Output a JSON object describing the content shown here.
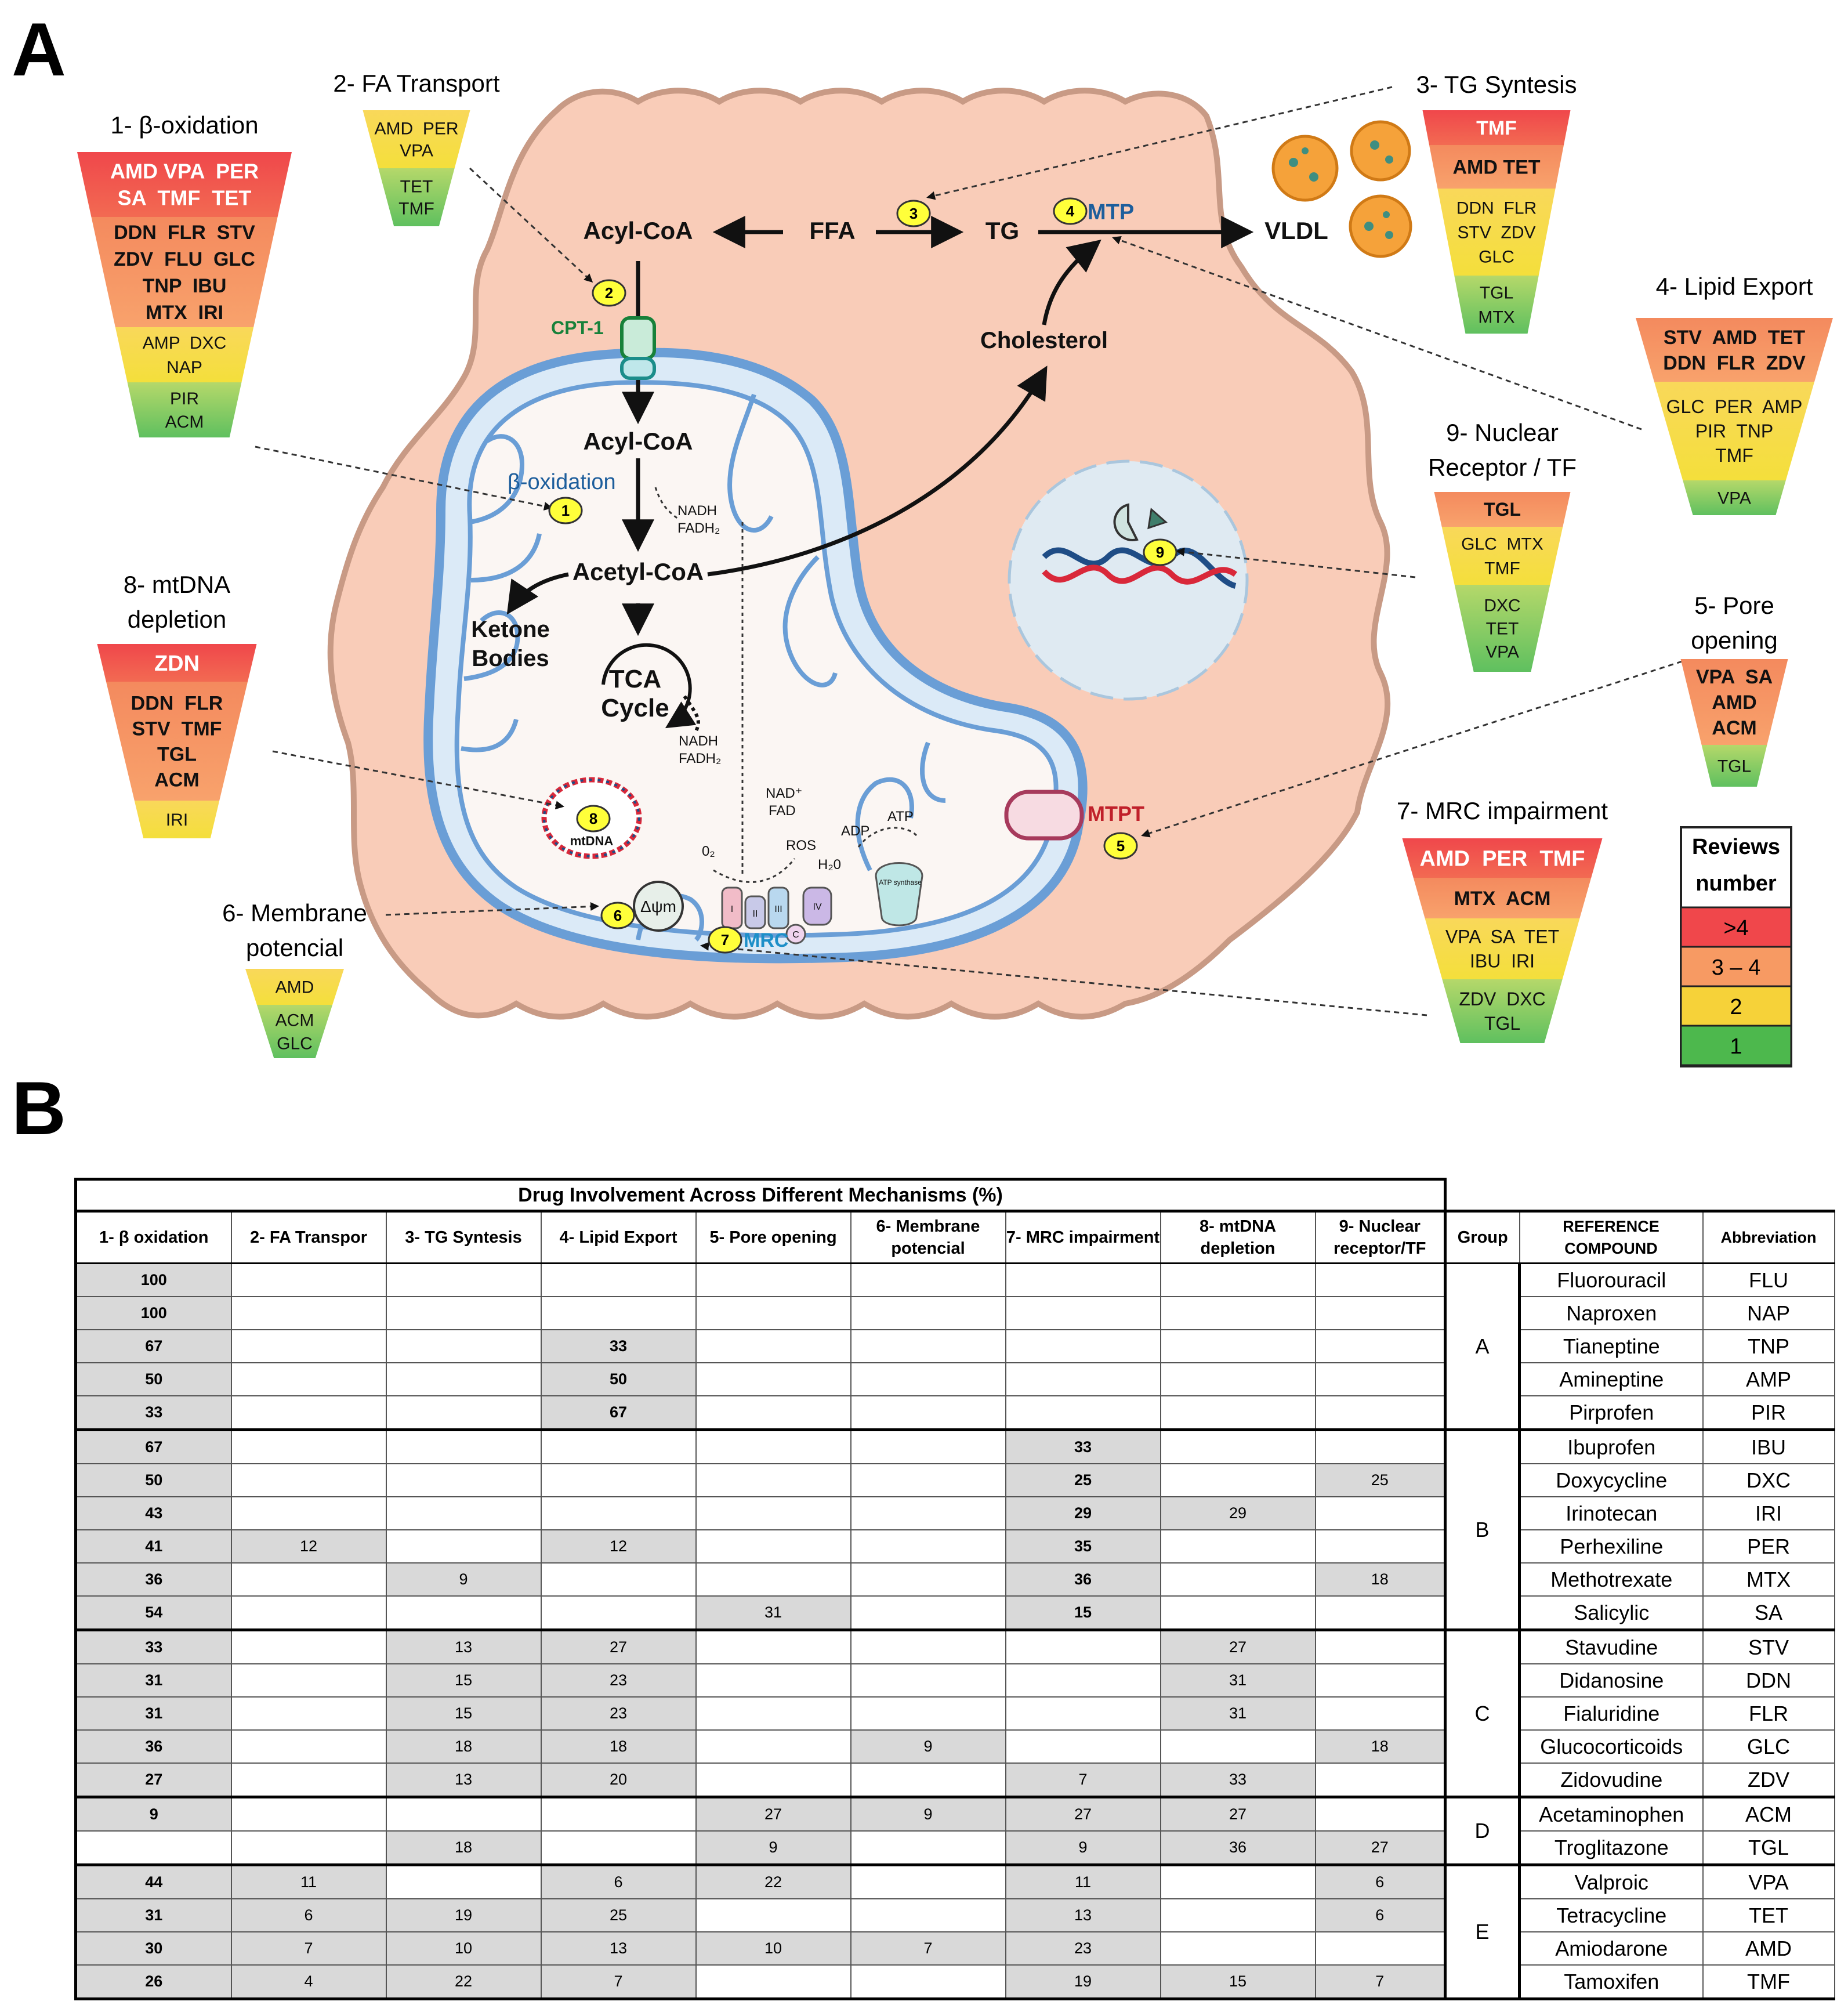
{
  "panel_a": {
    "label": "A",
    "cell": {
      "acyl_coa": "Acyl-CoA",
      "ffa": "FFA",
      "tg": "TG",
      "mtp": "MTP",
      "vldl": "VLDL",
      "cholesterol": "Cholesterol",
      "cpt1": "CPT-1",
      "acyl_coa_mito": "Acyl-CoA",
      "beta_ox": "β-oxidation",
      "nadh1": "NADH",
      "fadh1": "FADH₂",
      "acetyl_coa": "Acetyl-CoA",
      "ketone1": "Ketone",
      "ketone2": "Bodies",
      "tca1": "TCA",
      "tca2": "Cycle",
      "nadh2": "NADH",
      "fadh2": "FADH₂",
      "nad": "NAD⁺",
      "fad": "FAD",
      "o2": "0₂",
      "ros": "ROS",
      "h2o": "H₂0",
      "adp": "ADP",
      "atp": "ATP",
      "atp_synthase": "ATP synthase",
      "mrc": "MRC",
      "mtpt": "MTPT",
      "mtdna": "mtDNA",
      "dpsi": "Δψm",
      "complex_i": "I",
      "complex_ii": "II",
      "complex_iii": "III",
      "complex_iv": "IV",
      "complex_c": "C",
      "numbers": [
        "1",
        "2",
        "3",
        "4",
        "5",
        "6",
        "7",
        "8",
        "9"
      ]
    },
    "funnels": [
      {
        "id": "beta",
        "title": [
          "1- β-oxidation"
        ],
        "tiers": [
          {
            "level": ">4",
            "lines": [
              "AMD VPA  PER",
              "SA  TMF  TET"
            ],
            "bold": true
          },
          {
            "level": "3-4",
            "lines": [
              "DDN  FLR  STV",
              "ZDV  FLU  GLC",
              "TNP  IBU",
              "MTX  IRI"
            ],
            "bold": true
          },
          {
            "level": "2",
            "lines": [
              "AMP  DXC",
              "NAP"
            ],
            "bold": false
          },
          {
            "level": "1",
            "lines": [
              "PIR",
              "ACM"
            ],
            "bold": false
          }
        ]
      },
      {
        "id": "fa",
        "title": [
          "2- FA Transport"
        ],
        "tiers": [
          {
            "level": "2",
            "lines": [
              "AMD  PER",
              "VPA"
            ],
            "bold": false
          },
          {
            "level": "1",
            "lines": [
              "TET",
              "TMF"
            ],
            "bold": false
          }
        ]
      },
      {
        "id": "tg",
        "title": [
          "3- TG Syntesis"
        ],
        "tiers": [
          {
            "level": ">4",
            "lines": [
              "TMF"
            ],
            "bold": true
          },
          {
            "level": "3-4",
            "lines": [
              "AMD TET"
            ],
            "bold": true
          },
          {
            "level": "2",
            "lines": [
              "DDN  FLR",
              "STV  ZDV",
              "GLC"
            ],
            "bold": false
          },
          {
            "level": "1",
            "lines": [
              "TGL",
              "MTX"
            ],
            "bold": false
          }
        ]
      },
      {
        "id": "lipid",
        "title": [
          "4- Lipid Export"
        ],
        "tiers": [
          {
            "level": "3-4",
            "lines": [
              "STV  AMD  TET",
              "DDN  FLR  ZDV"
            ],
            "bold": true
          },
          {
            "level": "2",
            "lines": [
              "GLC  PER  AMP",
              "PIR  TNP",
              "TMF"
            ],
            "bold": false
          },
          {
            "level": "1",
            "lines": [
              "VPA"
            ],
            "bold": false
          }
        ]
      },
      {
        "id": "nuclear",
        "title": [
          "9- Nuclear",
          "Receptor / TF"
        ],
        "tiers": [
          {
            "level": "3-4",
            "lines": [
              "TGL"
            ],
            "bold": true
          },
          {
            "level": "2",
            "lines": [
              "GLC  MTX",
              "TMF"
            ],
            "bold": false
          },
          {
            "level": "1",
            "lines": [
              "DXC",
              "TET",
              "VPA"
            ],
            "bold": false
          }
        ]
      },
      {
        "id": "pore",
        "title": [
          "5- Pore",
          "opening"
        ],
        "tiers": [
          {
            "level": "3-4",
            "lines": [
              "VPA  SA",
              "AMD",
              "ACM"
            ],
            "bold": true
          },
          {
            "level": "1",
            "lines": [
              "TGL"
            ],
            "bold": false
          }
        ]
      },
      {
        "id": "mrc",
        "title": [
          "7- MRC impairment"
        ],
        "tiers": [
          {
            "level": ">4",
            "lines": [
              "AMD  PER  TMF"
            ],
            "bold": true
          },
          {
            "level": "3-4",
            "lines": [
              "MTX  ACM"
            ],
            "bold": true
          },
          {
            "level": "2",
            "lines": [
              "VPA  SA  TET",
              "IBU  IRI"
            ],
            "bold": false
          },
          {
            "level": "1",
            "lines": [
              "ZDV  DXC",
              "TGL"
            ],
            "bold": false
          }
        ]
      },
      {
        "id": "mtdna",
        "title": [
          "8- mtDNA",
          "depletion"
        ],
        "tiers": [
          {
            "level": ">4",
            "lines": [
              "ZDN"
            ],
            "bold": true
          },
          {
            "level": "3-4",
            "lines": [
              "DDN  FLR",
              "STV  TMF",
              "TGL",
              "ACM"
            ],
            "bold": true
          },
          {
            "level": "2",
            "lines": [
              "IRI"
            ],
            "bold": false
          }
        ]
      },
      {
        "id": "membrane",
        "title": [
          "6- Membrane",
          "potencial"
        ],
        "tiers": [
          {
            "level": "2",
            "lines": [
              "AMD"
            ],
            "bold": false
          },
          {
            "level": "1",
            "lines": [
              "ACM",
              "GLC"
            ],
            "bold": false
          }
        ]
      }
    ],
    "legend": {
      "title": [
        "Reviews",
        "number"
      ],
      "items": [
        {
          "label": ">4",
          "color": "#f0474b"
        },
        {
          "label": "3 – 4",
          "color": "#f79a63"
        },
        {
          "label": "2",
          "color": "#f6d239"
        },
        {
          "label": "1",
          "color": "#4db84d"
        }
      ]
    },
    "colors": {
      "cell": "#f9ccb8",
      "cell_border": "#c89a85",
      "mito_outer": "#6a9ed6",
      "mito_fill": "#dbeaf7",
      "badge": "#ffff3a",
      "red": "#f0474b",
      "orange": "#f79a63",
      "yellow": "#f6d239",
      "green": "#5fc05f"
    }
  },
  "panel_b": {
    "label": "B",
    "table_title": "Drug Involvement Across Different Mechanisms (%)",
    "mech_headers": [
      "1- β oxidation",
      "2- FA Transpor",
      "3- TG Syntesis",
      "4- Lipid Export",
      "5- Pore opening",
      "6- Membrane potencial",
      "7- MRC impairment",
      "8- mtDNA depletion",
      "9- Nuclear receptor/TF"
    ],
    "group_header": "Group",
    "compound_header": "REFERENCE COMPOUND",
    "abbr_header": "Abbreviation",
    "rows": [
      {
        "values": [
          "100",
          "",
          "",
          "",
          "",
          "",
          "",
          "",
          ""
        ],
        "compound": "Fluorouracil",
        "abbr": "FLU"
      },
      {
        "values": [
          "100",
          "",
          "",
          "",
          "",
          "",
          "",
          "",
          ""
        ],
        "compound": "Naproxen",
        "abbr": "NAP"
      },
      {
        "values": [
          "67",
          "",
          "",
          "33",
          "",
          "",
          "",
          "",
          ""
        ],
        "compound": "Tianeptine",
        "abbr": "TNP"
      },
      {
        "values": [
          "50",
          "",
          "",
          "50",
          "",
          "",
          "",
          "",
          ""
        ],
        "compound": "Amineptine",
        "abbr": "AMP"
      },
      {
        "values": [
          "33",
          "",
          "",
          "67",
          "",
          "",
          "",
          "",
          ""
        ],
        "compound": "Pirprofen",
        "abbr": "PIR"
      },
      {
        "values": [
          "67",
          "",
          "",
          "",
          "",
          "",
          "33",
          "",
          ""
        ],
        "compound": "Ibuprofen",
        "abbr": "IBU"
      },
      {
        "values": [
          "50",
          "",
          "",
          "",
          "",
          "",
          "25",
          "",
          "25"
        ],
        "compound": "Doxycycline",
        "abbr": "DXC"
      },
      {
        "values": [
          "43",
          "",
          "",
          "",
          "",
          "",
          "29",
          "29",
          ""
        ],
        "compound": "Irinotecan",
        "abbr": "IRI"
      },
      {
        "values": [
          "41",
          "12",
          "",
          "12",
          "",
          "",
          "35",
          "",
          ""
        ],
        "compound": "Perhexiline",
        "abbr": "PER"
      },
      {
        "values": [
          "36",
          "",
          "9",
          "",
          "",
          "",
          "36",
          "",
          "18"
        ],
        "compound": "Methotrexate",
        "abbr": "MTX"
      },
      {
        "values": [
          "54",
          "",
          "",
          "",
          "31",
          "",
          "15",
          "",
          ""
        ],
        "compound": "Salicylic",
        "abbr": "SA"
      },
      {
        "values": [
          "33",
          "",
          "13",
          "27",
          "",
          "",
          "",
          "27",
          ""
        ],
        "compound": "Stavudine",
        "abbr": "STV"
      },
      {
        "values": [
          "31",
          "",
          "15",
          "23",
          "",
          "",
          "",
          "31",
          ""
        ],
        "compound": "Didanosine",
        "abbr": "DDN"
      },
      {
        "values": [
          "31",
          "",
          "15",
          "23",
          "",
          "",
          "",
          "31",
          ""
        ],
        "compound": "Fialuridine",
        "abbr": "FLR"
      },
      {
        "values": [
          "36",
          "",
          "18",
          "18",
          "",
          "9",
          "",
          "",
          "18"
        ],
        "compound": "Glucocorticoids",
        "abbr": "GLC"
      },
      {
        "values": [
          "27",
          "",
          "13",
          "20",
          "",
          "",
          "7",
          "33",
          ""
        ],
        "compound": "Zidovudine",
        "abbr": "ZDV"
      },
      {
        "values": [
          "9",
          "",
          "",
          "",
          "27",
          "9",
          "27",
          "27",
          ""
        ],
        "compound": "Acetaminophen",
        "abbr": "ACM"
      },
      {
        "values": [
          "",
          "",
          "18",
          "",
          "9",
          "",
          "9",
          "36",
          "27"
        ],
        "compound": "Troglitazone",
        "abbr": "TGL"
      },
      {
        "values": [
          "44",
          "11",
          "",
          "6",
          "22",
          "",
          "11",
          "",
          "6"
        ],
        "compound": "Valproic",
        "abbr": "VPA"
      },
      {
        "values": [
          "31",
          "6",
          "19",
          "25",
          "",
          "",
          "13",
          "",
          "6"
        ],
        "compound": "Tetracycline",
        "abbr": "TET"
      },
      {
        "values": [
          "30",
          "7",
          "10",
          "13",
          "10",
          "7",
          "23",
          "",
          ""
        ],
        "compound": "Amiodarone",
        "abbr": "AMD"
      },
      {
        "values": [
          "26",
          "4",
          "22",
          "7",
          "",
          "",
          "19",
          "15",
          "7"
        ],
        "compound": "Tamoxifen",
        "abbr": "TMF"
      }
    ],
    "groups": [
      {
        "label": "A",
        "start": 0,
        "span": 5
      },
      {
        "label": "B",
        "start": 5,
        "span": 6
      },
      {
        "label": "C",
        "start": 11,
        "span": 5
      },
      {
        "label": "D",
        "start": 16,
        "span": 2
      },
      {
        "label": "E",
        "start": 18,
        "span": 4
      }
    ]
  }
}
